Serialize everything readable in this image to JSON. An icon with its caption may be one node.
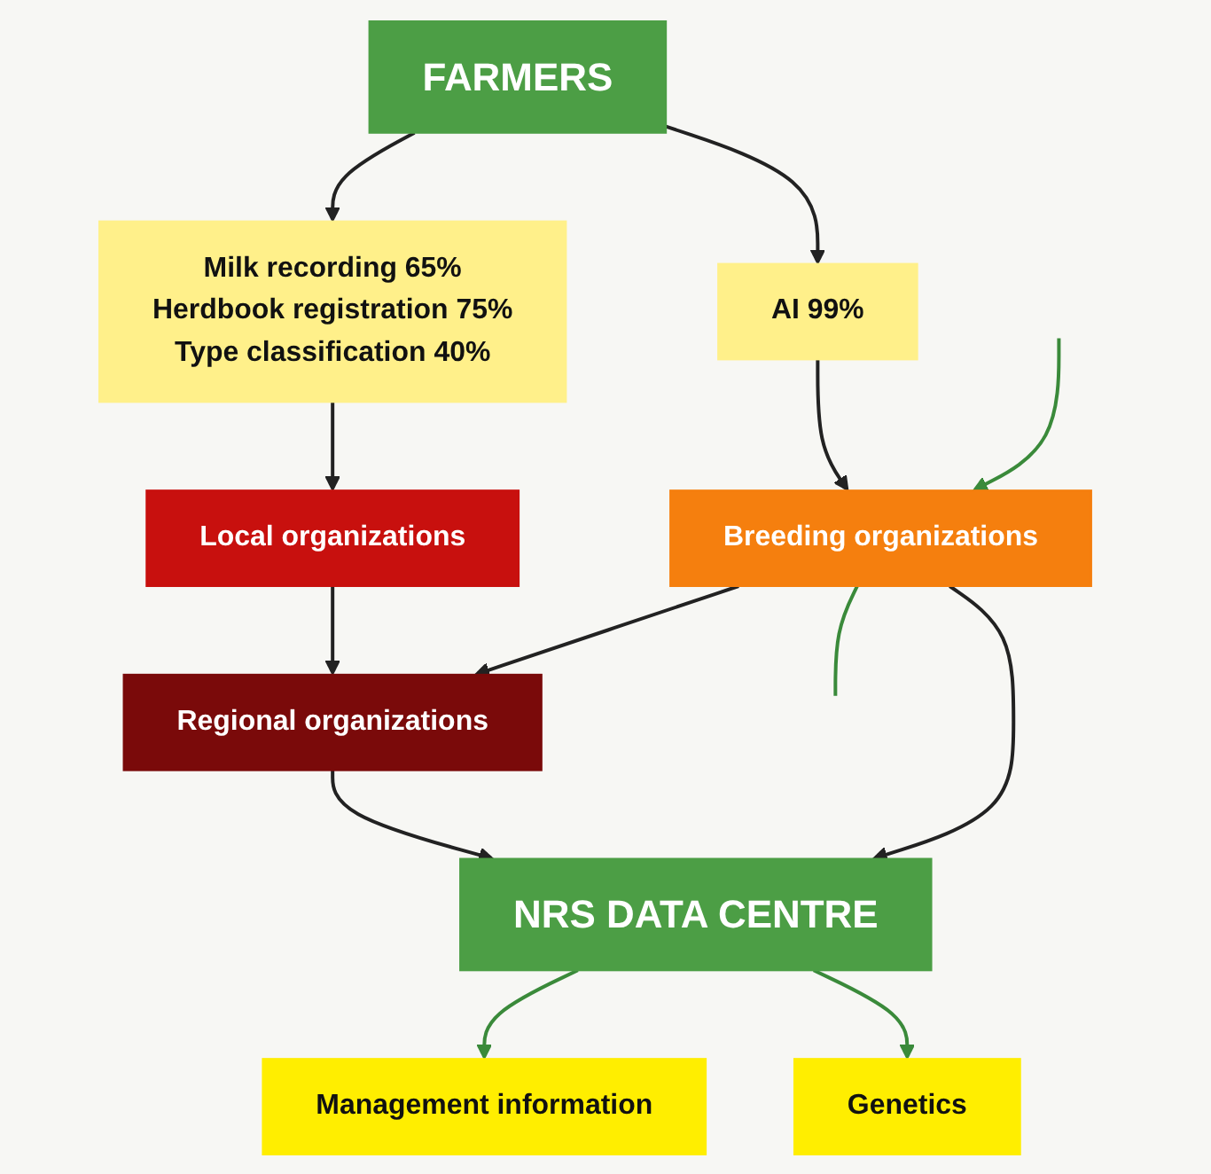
{
  "diagram": {
    "nodes": [
      {
        "text": [
          "Management information"
        ]
      },
      {
        "text": [
          "Genetics"
        ]
      },
      {
        "text": [
          "FARMERS"
        ]
      },
      {
        "text": [
          "Milk recording 65%",
          "Herdbook registration 75%",
          "Type classification 40%"
        ]
      },
      {
        "text": [
          "AI   99%"
        ]
      },
      {
        "text": [
          "Local organizations"
        ]
      },
      {
        "text": [
          "Regional organizations"
        ]
      },
      {
        "text": [
          "Breeding organizations"
        ]
      },
      {
        "text": [
          "NRS DATA CENTRE"
        ]
      }
    ],
    "edges": [
      {
        "from": 8,
        "to": 0,
        "arrow": "to",
        "color": "#3a8a3a"
      },
      {
        "from": 8,
        "to": 1,
        "arrow": "to",
        "color": "#3a8a3a"
      },
      {
        "from": 2,
        "to": 3,
        "arrow": "to"
      },
      {
        "from": 2,
        "to": 4,
        "arrow": "to"
      },
      {
        "from": 3,
        "to": 5,
        "arrow": "to"
      },
      {
        "from": 4,
        "to": 7,
        "arrow": "to"
      },
      {
        "from": 5,
        "to": 6,
        "arrow": "to"
      },
      {
        "from": 7,
        "to": 6,
        "arrow": "to"
      },
      {
        "from": 6,
        "to": 8,
        "arrow": "to"
      },
      {
        "from": 7,
        "to": 8,
        "arrow": "to"
      },
      {
        "from": null,
        "to": 7,
        "arrow": "to",
        "color": "#3a8a3a"
      },
      {
        "from": 7,
        "to": null,
        "arrow": "none",
        "color": "#3a8a3a"
      }
    ]
  }
}
